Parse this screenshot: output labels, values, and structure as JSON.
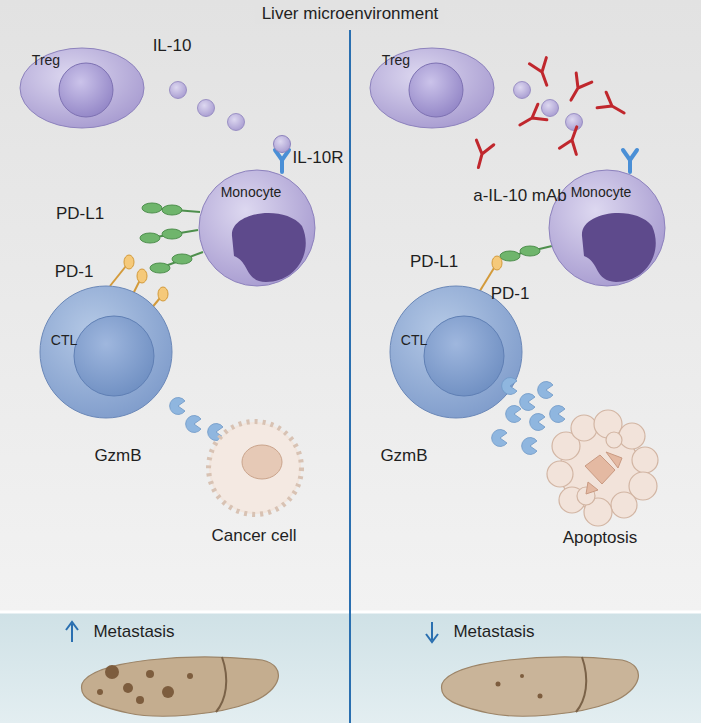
{
  "diagram": {
    "title": "Liver microenvironment",
    "nodes": [
      {
        "text": [
          "Treg"
        ]
      },
      {
        "text": [
          "Monocyte"
        ]
      },
      {
        "text": [
          "CTL"
        ]
      },
      {
        "text": [
          "Treg"
        ]
      },
      {
        "text": [
          "Monocyte"
        ]
      },
      {
        "text": [
          "CTL"
        ]
      }
    ],
    "edges": [],
    "labels": [
      "IL-10",
      "IL-10R",
      "PD-L1",
      "PD-1",
      "GzmB",
      "Cancer cell",
      "Metastasis",
      "a-IL-10 mAb",
      "PD-L1",
      "PD-1",
      "GzmB",
      "Apoptosis",
      "Metastasis"
    ]
  }
}
